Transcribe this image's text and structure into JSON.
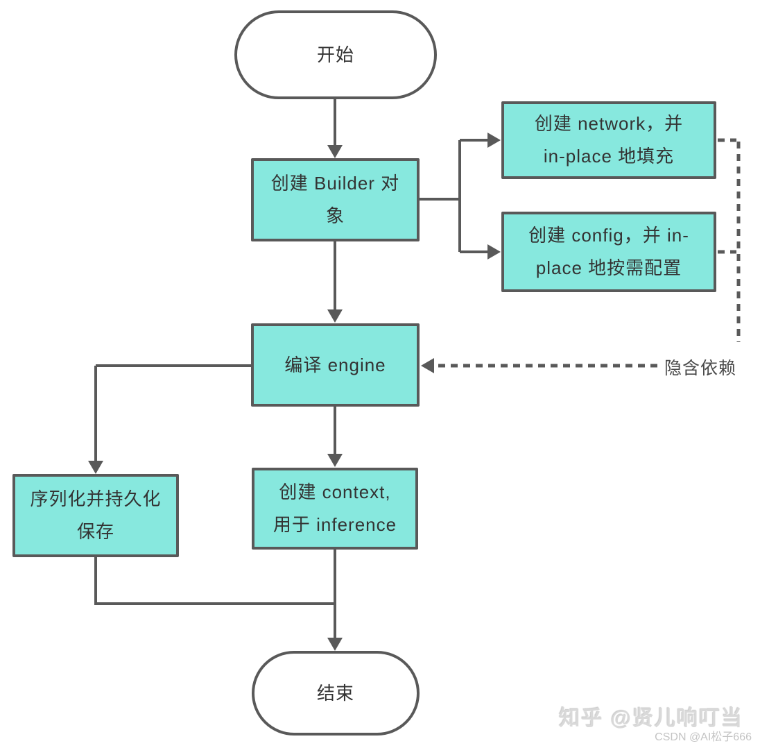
{
  "diagram": {
    "title_hint": "TensorRT build flow",
    "nodes": {
      "start": {
        "label": "开始"
      },
      "builder": {
        "line1": "创建 Builder 对",
        "line2": "象"
      },
      "network": {
        "line1": "创建 network，并",
        "line2": "in-place 地填充"
      },
      "config": {
        "line1": "创建 config，并 in-",
        "line2": "place 地按需配置"
      },
      "engine": {
        "label": "编译 engine"
      },
      "serialize": {
        "line1": "序列化并持久化",
        "line2": "保存"
      },
      "context": {
        "line1": "创建 context,",
        "line2": "用于 inference"
      },
      "end": {
        "label": "结束"
      }
    },
    "annotations": {
      "implicit_dependency": "隐含依赖"
    },
    "colors": {
      "node_fill": "#87e8de",
      "node_border": "#595959",
      "connector": "#595959",
      "node_text": "#333333"
    }
  },
  "watermarks": {
    "zhihu": "知乎 @贤儿响叮当",
    "csdn": "CSDN @AI松子666"
  }
}
